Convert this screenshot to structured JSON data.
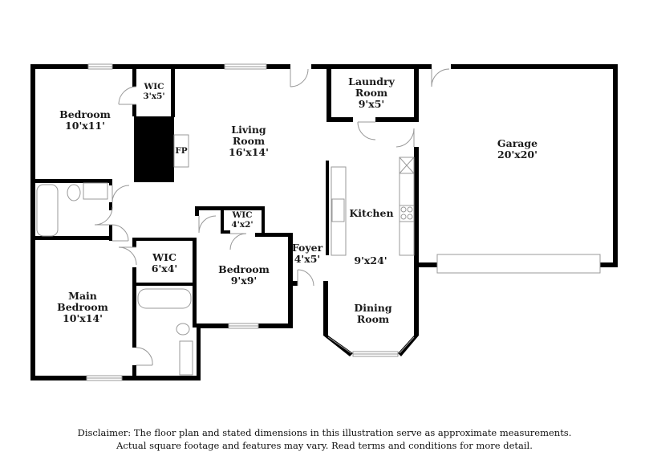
{
  "rooms": [
    {
      "id": "bedroom-1",
      "lines": [
        "Bedroom"
      ],
      "dims": "10'x11'"
    },
    {
      "id": "wic-1",
      "lines": [
        "WIC"
      ],
      "dims": "3'x5'"
    },
    {
      "id": "living-room",
      "lines": [
        "Living",
        "Room"
      ],
      "dims": "16'x14'"
    },
    {
      "id": "laundry-room",
      "lines": [
        "Laundry",
        "Room"
      ],
      "dims": "9'x5'"
    },
    {
      "id": "garage",
      "lines": [
        "Garage"
      ],
      "dims": "20'x20'"
    },
    {
      "id": "fireplace",
      "lines": [
        "FP"
      ],
      "dims": ""
    },
    {
      "id": "wic-2",
      "lines": [
        "WIC"
      ],
      "dims": "4'x2'"
    },
    {
      "id": "kitchen",
      "lines": [
        "Kitchen"
      ],
      "dims": ""
    },
    {
      "id": "kitchen-dims",
      "lines": [],
      "dims": "9'x24'"
    },
    {
      "id": "foyer",
      "lines": [
        "Foyer"
      ],
      "dims": "4'x5'"
    },
    {
      "id": "wic-3",
      "lines": [
        "WIC"
      ],
      "dims": "6'x4'"
    },
    {
      "id": "bedroom-2",
      "lines": [
        "Bedroom"
      ],
      "dims": "9'x9'"
    },
    {
      "id": "main-bedroom",
      "lines": [
        "Main",
        "Bedroom"
      ],
      "dims": "10'x14'"
    },
    {
      "id": "dining-room",
      "lines": [
        "Dining",
        "Room"
      ],
      "dims": ""
    }
  ],
  "disclaimer": {
    "line1": "Disclaimer: The floor plan and stated dimensions in this illustration serve as approximate measurements.",
    "line2": "Actual square footage and features may vary. Read terms and conditions for more detail."
  },
  "colors": {
    "wall": "#000000",
    "fixture": "#999999",
    "background": "#ffffff"
  }
}
